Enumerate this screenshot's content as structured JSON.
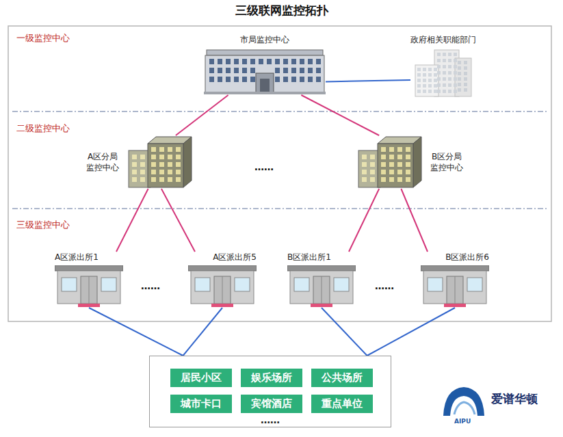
{
  "diagram": {
    "title": "三级联网监控拓扑",
    "nodes": [
      {
        "text": [
          "市局监控中心"
        ]
      },
      {
        "text": [
          "政府相关职能部门"
        ]
      },
      {
        "text": [
          "A区分局 监控中心"
        ]
      },
      {
        "text": [
          "B区分局 监控中心"
        ]
      },
      {
        "text": [
          "A区派出所1"
        ]
      },
      {
        "text": [
          "A区派出所5"
        ]
      },
      {
        "text": [
          "B区派出所1"
        ]
      },
      {
        "text": [
          "B区派出所6"
        ]
      },
      {
        "text": [
          "……"
        ]
      },
      {
        "text": [
          "居民小区"
        ],
        "in": 8
      },
      {
        "text": [
          "娱乐场所"
        ],
        "in": 8
      },
      {
        "text": [
          "公共场所"
        ],
        "in": 8
      },
      {
        "text": [
          "城市卡口"
        ],
        "in": 8
      },
      {
        "text": [
          "宾馆酒店"
        ],
        "in": 8
      },
      {
        "text": [
          "重点单位"
        ],
        "in": 8
      }
    ],
    "edges": [
      {
        "from": 0,
        "to": 1,
        "arrow": "none"
      },
      {
        "from": 0,
        "to": 2,
        "arrow": "none"
      },
      {
        "from": 0,
        "to": 3,
        "arrow": "none"
      },
      {
        "from": 2,
        "to": 4,
        "arrow": "none"
      },
      {
        "from": 2,
        "to": 5,
        "arrow": "none"
      },
      {
        "from": 3,
        "to": 6,
        "arrow": "none"
      },
      {
        "from": 3,
        "to": 7,
        "arrow": "none"
      },
      {
        "from": 4,
        "to": 8,
        "arrow": "none"
      },
      {
        "from": 5,
        "to": 8,
        "arrow": "none"
      },
      {
        "from": 6,
        "to": 8,
        "arrow": "none"
      },
      {
        "from": 7,
        "to": 8,
        "arrow": "none"
      }
    ],
    "labels": [
      "一级监控中心",
      "二级监控中心",
      "三级监控中心",
      "……",
      "……",
      "……",
      "爱谱华顿",
      "AIPU"
    ]
  }
}
